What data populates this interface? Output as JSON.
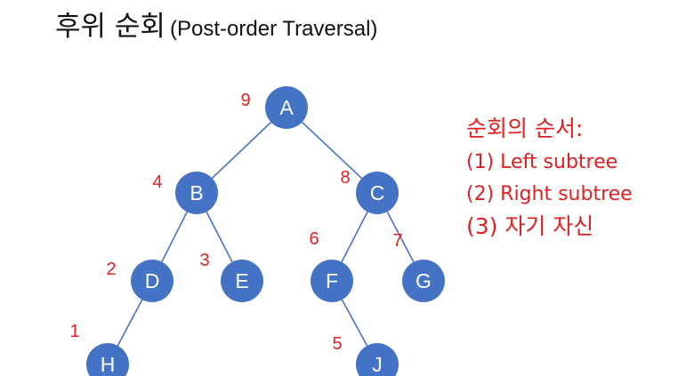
{
  "title": {
    "korean": "후위 순회",
    "english": "(Post-order Traversal)"
  },
  "legend": {
    "heading": "순회의 순서:",
    "items": [
      "(1) Left subtree",
      "(2) Right subtree",
      "(3) 자기 자신"
    ]
  },
  "tree": {
    "nodes": [
      {
        "id": "A",
        "label": "A",
        "order": "9"
      },
      {
        "id": "B",
        "label": "B",
        "order": "4"
      },
      {
        "id": "C",
        "label": "C",
        "order": "8"
      },
      {
        "id": "D",
        "label": "D",
        "order": "2"
      },
      {
        "id": "E",
        "label": "E",
        "order": "3"
      },
      {
        "id": "F",
        "label": "F",
        "order": "6"
      },
      {
        "id": "G",
        "label": "G",
        "order": "7"
      },
      {
        "id": "H",
        "label": "H",
        "order": "1"
      },
      {
        "id": "J",
        "label": "J",
        "order": "5"
      }
    ],
    "edges": [
      [
        "A",
        "B"
      ],
      [
        "A",
        "C"
      ],
      [
        "B",
        "D"
      ],
      [
        "B",
        "E"
      ],
      [
        "C",
        "F"
      ],
      [
        "C",
        "G"
      ],
      [
        "D",
        "H"
      ],
      [
        "F",
        "J"
      ]
    ]
  },
  "colors": {
    "node": "#4472c4",
    "edge": "#4a72c4",
    "order": "#e02020",
    "title": "#111111"
  }
}
